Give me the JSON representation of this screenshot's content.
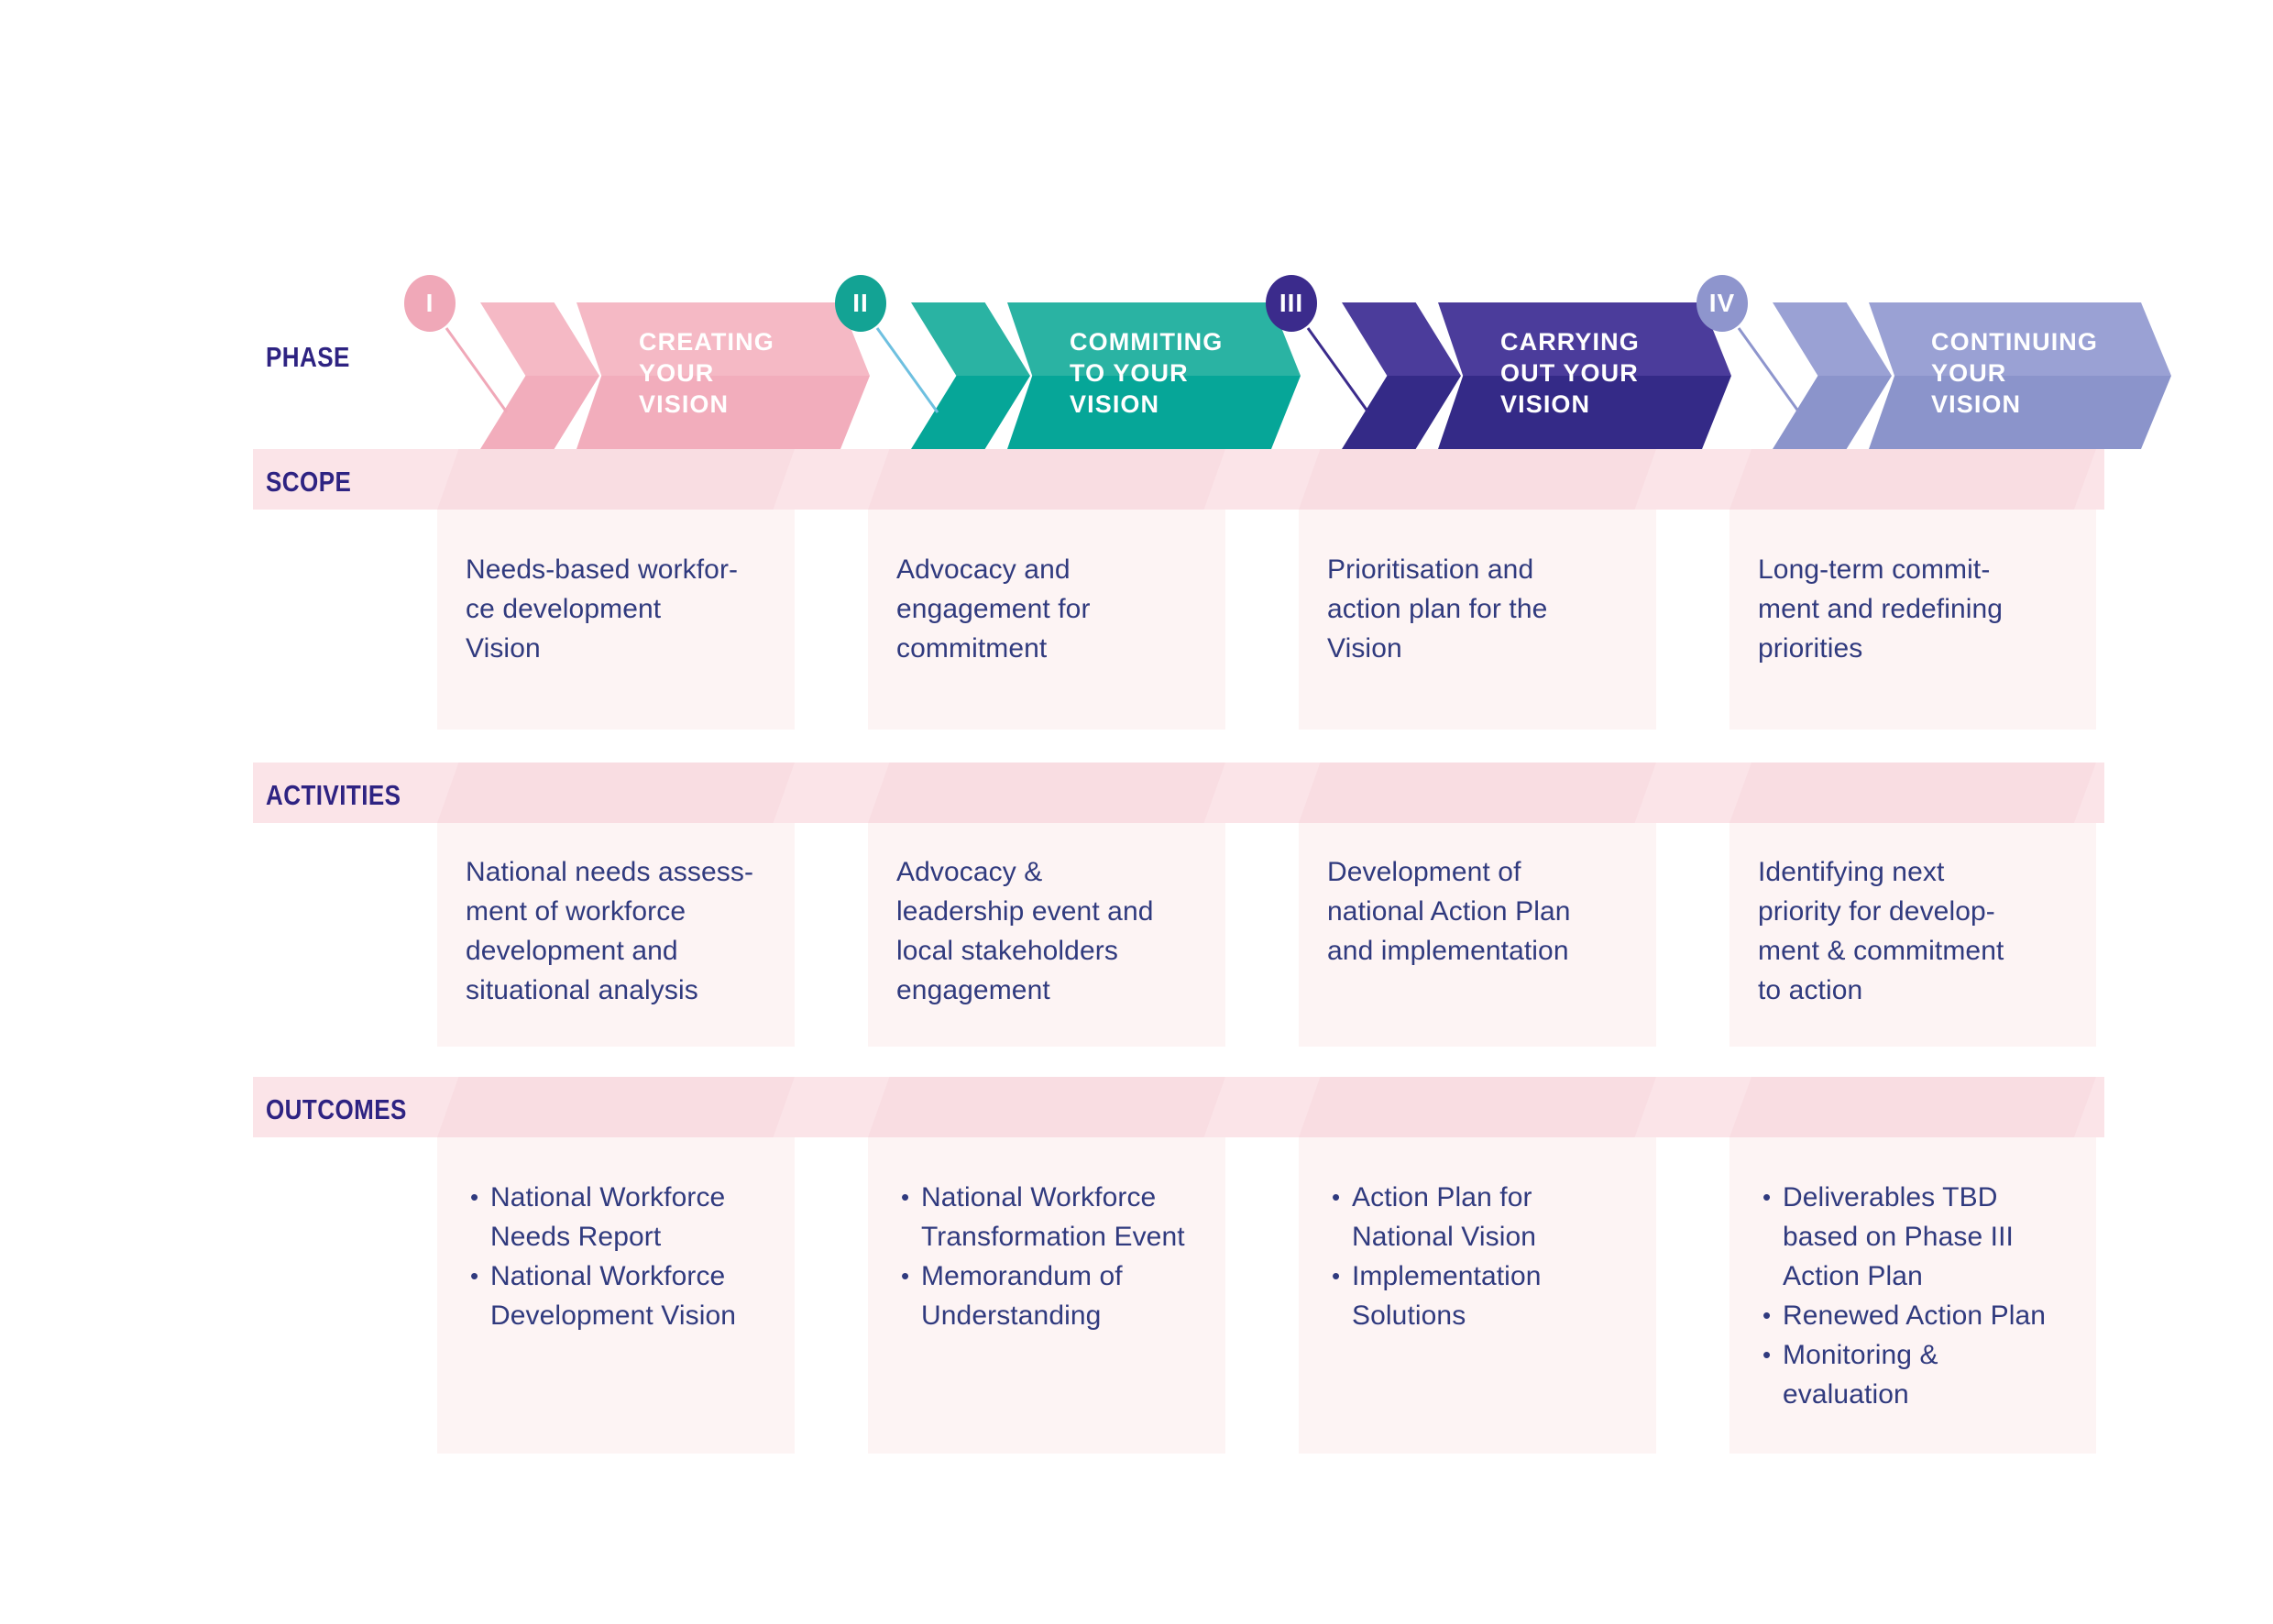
{
  "rows": [
    {
      "key": "phase",
      "label": "PHASE"
    },
    {
      "key": "scope",
      "label": "SCOPE"
    },
    {
      "key": "activities",
      "label": "ACTIVITIES"
    },
    {
      "key": "outcomes",
      "label": "OUTCOMES"
    }
  ],
  "phases": [
    {
      "numeral": "I",
      "pin_color": "#f0a8b8",
      "arrow_top_color": "#f5b9c5",
      "arrow_bottom_color": "#f2adbc",
      "title": "CREATING\nYOUR\nVISION",
      "scope": "Needs-based workfor-\nce development\nVision",
      "activities": "National needs assess-\nment of workforce\ndevelopment and\nsituational analysis",
      "outcomes": [
        "National Workforce\nNeeds Report",
        "National Workforce\nDevelopment Vision"
      ]
    },
    {
      "numeral": "II",
      "pin_color": "#13a394",
      "arrow_top_color": "#2ab3a3",
      "arrow_bottom_color": "#06a698",
      "title": "COMMITING\nTO YOUR\nVISION",
      "scope": "Advocacy and\nengagement for\ncommitment",
      "activities": "Advocacy &\nleadership event and\nlocal stakeholders\nengagement",
      "outcomes": [
        "National Workforce\nTransformation Event",
        "Memorandum of\nUnderstanding"
      ]
    },
    {
      "numeral": "III",
      "pin_color": "#3b2b8c",
      "arrow_top_color": "#4b3c9b",
      "arrow_bottom_color": "#342a87",
      "title": "CARRYING\nOUT  YOUR\nVISION",
      "scope": "Prioritisation and\naction plan for the\nVision",
      "activities": "Development of\nnational Action Plan\nand implementation",
      "outcomes": [
        "Action Plan for\nNational Vision",
        "Implementation\nSolutions"
      ]
    },
    {
      "numeral": "IV",
      "pin_color": "#8e95cd",
      "arrow_top_color": "#9aa1d4",
      "arrow_bottom_color": "#8b94cb",
      "title": "CONTINUING\nYOUR\nVISION",
      "scope": "Long-term commit-\nment and redefining\npriorities",
      "activities": "Identifying next\npriority for develop-\nment & commitment\nto action",
      "outcomes": [
        "Deliverables TBD\nbased on Phase III\nAction Plan",
        "Renewed Action Plan",
        "Monitoring &\nevaluation"
      ]
    }
  ],
  "colors": {
    "text_indigo": "#303a7e",
    "label_indigo": "#2e2382",
    "band_pink": "#fbe4e8",
    "column_tint": "#fdf4f4",
    "background": "#ffffff"
  }
}
